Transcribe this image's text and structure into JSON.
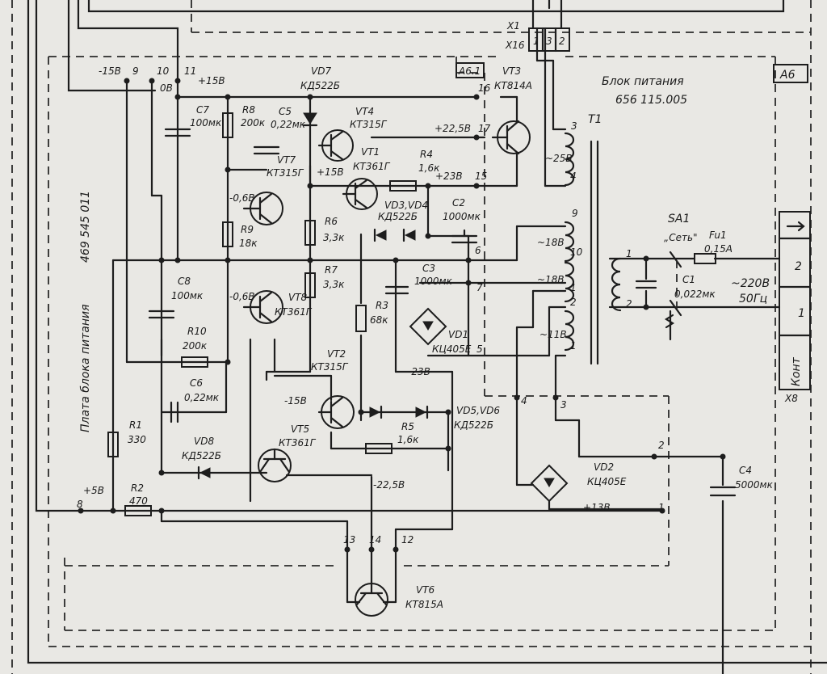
{
  "title": "Блок питания",
  "doc_number": "656 115.005",
  "block_id": "А6",
  "board_title": "Плата блока питания",
  "board_number": "469 545 011",
  "board_ref": "А6.1",
  "connector_x1": "X1",
  "connector_x1b": "X16",
  "connector_x8": "X8",
  "x8_labels": [
    "Конт",
    "1",
    "2"
  ],
  "transformer": "T1",
  "switch": "SA1",
  "switch_label": "„Сеть\"",
  "fuse": "Fu1",
  "fuse_rating": "0,15А",
  "mains_voltage": "~220В",
  "mains_freq": "50Гц",
  "c1": [
    "C1",
    "0,022мк"
  ],
  "components": {
    "C7": [
      "C7",
      "100мк"
    ],
    "R8": [
      "R8",
      "200к"
    ],
    "C5": [
      "C5",
      "0,22мк"
    ],
    "VD7": [
      "VD7",
      "КД522Б"
    ],
    "VT4": [
      "VT4",
      "КТ315Г"
    ],
    "VT7": [
      "VT7",
      "КТ315Г"
    ],
    "VT1": [
      "VT1",
      "КТ361Г"
    ],
    "VT3": [
      "VT3",
      "КТ814А"
    ],
    "R4": [
      "R4",
      "1,6к"
    ],
    "VD3": [
      "VD3,VD4",
      "КД522Б"
    ],
    "C2": [
      "C2",
      "1000мк"
    ],
    "R6": [
      "R6",
      "3,3к"
    ],
    "R9": [
      "R9",
      "18к"
    ],
    "R7": [
      "R7",
      "3,3к"
    ],
    "C3": [
      "C3",
      "1000мк"
    ],
    "C8": [
      "C8",
      "100мк"
    ],
    "VT8": [
      "VT8",
      "КТ361Г"
    ],
    "R3": [
      "R3",
      "68к"
    ],
    "VD1": [
      "VD1",
      "КЦ405Е"
    ],
    "R10": [
      "R10",
      "200к"
    ],
    "C6": [
      "C6",
      "0,22мк"
    ],
    "VT2": [
      "VT2",
      "КТ315Г"
    ],
    "VD5": [
      "VD5,VD6",
      "КД522Б"
    ],
    "R1": [
      "R1",
      "330"
    ],
    "VD8": [
      "VD8",
      "КД522Б"
    ],
    "VT5": [
      "VT5",
      "КТ361Г"
    ],
    "R5": [
      "R5",
      "1,6к"
    ],
    "R2": [
      "R2",
      "470"
    ],
    "VD2": [
      "VD2",
      "КЦ405Е"
    ],
    "C4": [
      "C4",
      "5000мк"
    ],
    "VT6": [
      "VT6",
      "КТ815А"
    ]
  },
  "voltages": [
    "-15В",
    "0В",
    "+15В",
    "+22,5В",
    "+23В",
    "+15В",
    "-0,6В",
    "-0,6В",
    "-23В",
    "-15В",
    "-22,5В",
    "+5В",
    "+13В",
    "~25В",
    "~18В",
    "~18В",
    "~11В"
  ],
  "pins": [
    "9",
    "10",
    "11",
    "16",
    "17",
    "15",
    "6",
    "7",
    "5",
    "4",
    "3",
    "2",
    "1",
    "8",
    "13",
    "14",
    "12",
    "1",
    "2",
    "3",
    "4",
    "5",
    "6",
    "7",
    "8",
    "9",
    "10",
    "1",
    "2",
    "1",
    "2",
    "3"
  ]
}
